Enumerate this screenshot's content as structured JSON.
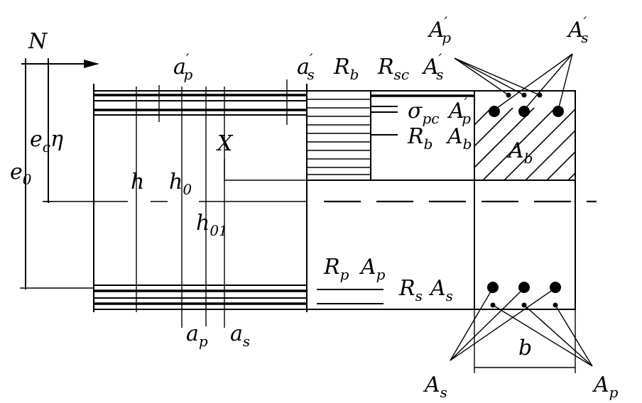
{
  "labels": {
    "N": "N",
    "e_c": "e",
    "e_c_sub": "c",
    "eta": "η",
    "e0": "e",
    "e0_sub": "0",
    "a_p_prime": "a",
    "a_p_prime_sub": "p",
    "a_s_prime": "a",
    "a_s_prime_sub": "s",
    "R_b": "R",
    "R_b_sub": "b",
    "R_sc": "R",
    "R_sc_sub": "sc",
    "A_s_prime": "A",
    "A_s_prime_sub": "s",
    "sigma": "σ",
    "sigma_sub": "pc",
    "A_p_prime": "A",
    "A_p_prime_sub": "p",
    "R_b2": "R",
    "R_b2_sub": "b",
    "A_b": "A",
    "A_b_sub": "b",
    "A_b_hatch": "A",
    "A_b_hatch_sub": "b",
    "X": "X",
    "h": "h",
    "h0": "h",
    "h0_sub": "0",
    "h01": "h",
    "h01_sub": "01",
    "R_p": "R",
    "R_p_sub": "p",
    "A_p": "A",
    "A_p_sub": "p",
    "R_s": "R",
    "R_s_sub": "s",
    "A_s": "A",
    "A_s_sub": "s",
    "a_p": "a",
    "a_p_sub": "p",
    "a_s": "a",
    "a_s_sub": "s",
    "b": "b",
    "top_A_p_prime": "A",
    "top_A_p_prime_sub": "p",
    "top_A_s_prime": "A",
    "top_A_s_prime_sub": "s",
    "bot_A_s": "A",
    "bot_A_s_sub": "s",
    "bot_A_p": "A",
    "bot_A_p_sub": "p",
    "prime": "′"
  }
}
